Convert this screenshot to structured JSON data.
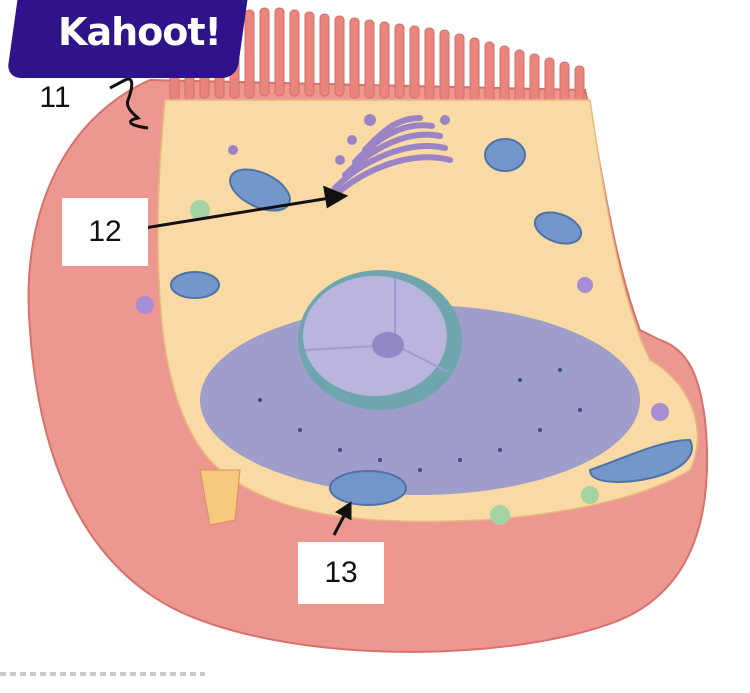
{
  "branding": {
    "logo_text": "Kahoot!",
    "logo_color": "#2e138a"
  },
  "diagram": {
    "subject": "Animal cell cross-section",
    "labels": [
      {
        "id": "11",
        "text": "11",
        "points_to": "microvilli (bracket)"
      },
      {
        "id": "12",
        "text": "12",
        "points_to": "Golgi apparatus"
      },
      {
        "id": "13",
        "text": "13",
        "points_to": "mitochondrion"
      }
    ],
    "colors": {
      "membrane": "#e98a83",
      "cytoplasm": "#f9d9a4",
      "nucleus": "#b7b3dd",
      "nuclear_envelope": "#6fa0a8",
      "er": "#8c8fcf",
      "golgi": "#9c86c4",
      "mitochondria": "#6e92c8"
    }
  }
}
